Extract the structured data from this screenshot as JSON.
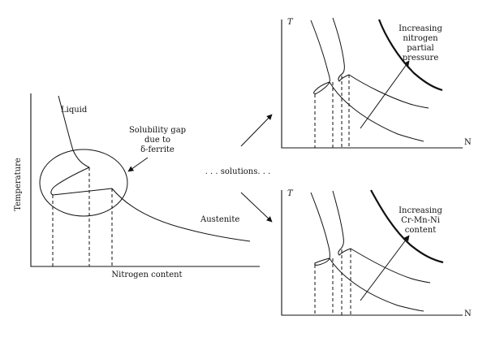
{
  "main_plot": {
    "y_axis_label": "Temperature",
    "x_axis_label": "Nitrogen content",
    "liquid_label": "Liquid",
    "austenite_label": "Austenite",
    "gap_note_lines": [
      "Solubility gap",
      "due to",
      "δ-ferrite"
    ]
  },
  "middle_text": ". . . solutions. . .",
  "top_plot": {
    "y_label": "T",
    "x_label": "N",
    "note_lines": [
      "Increasing",
      "nitrogen",
      "partial",
      "pressure"
    ]
  },
  "bottom_plot": {
    "y_label": "T",
    "x_label": "N",
    "note_lines": [
      "Increasing",
      "Cr-Mn-Ni",
      "content"
    ]
  }
}
